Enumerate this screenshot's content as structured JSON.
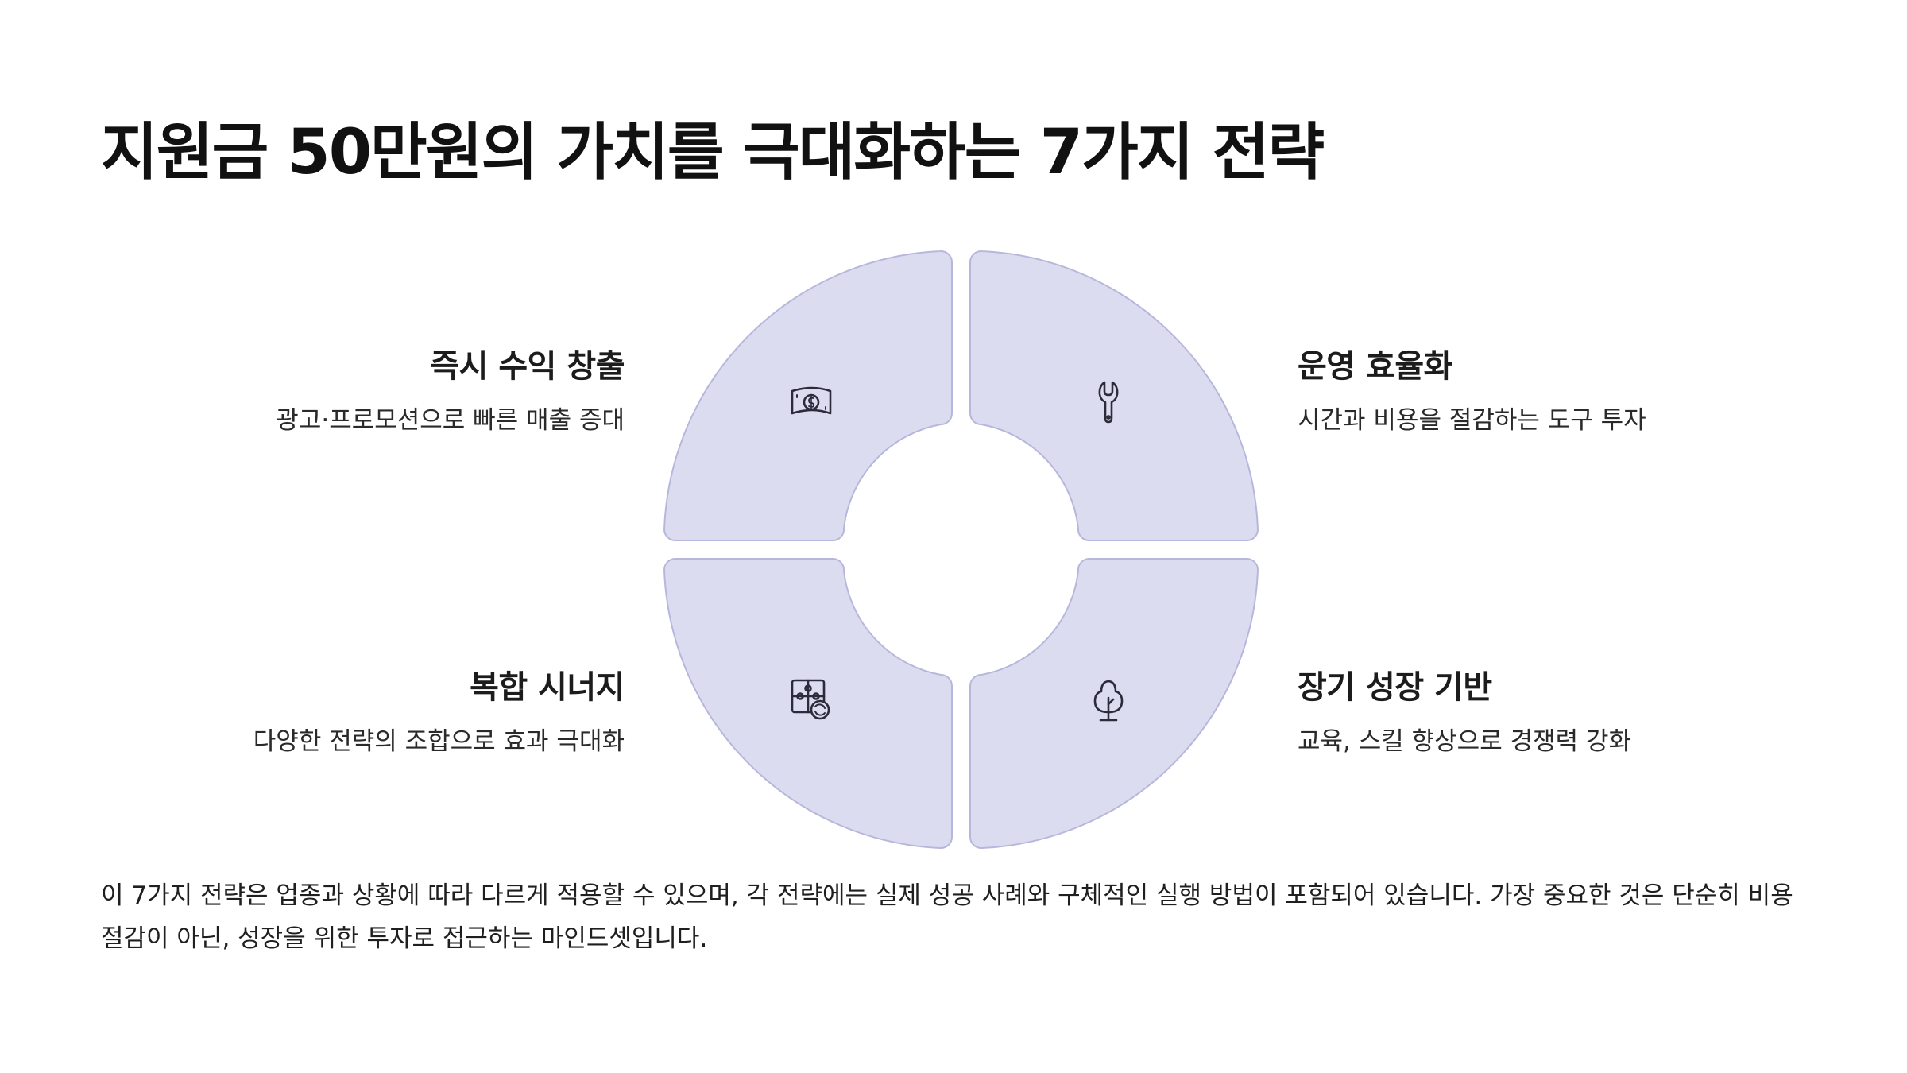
{
  "title": "지원금 50만원의 가치를 극대화하는 7가지 전략",
  "quadrants": {
    "top_left": {
      "title": "즉시 수익 창출",
      "description": "광고·프로모션으로 빠른 매출 증대",
      "icon": "money-bill-icon"
    },
    "top_right": {
      "title": "운영 효율화",
      "description": "시간과 비용을 절감하는 도구 투자",
      "icon": "wrench-icon"
    },
    "bottom_left": {
      "title": "복합 시너지",
      "description": "다양한 전략의 조합으로 효과 극대화",
      "icon": "puzzle-refresh-icon"
    },
    "bottom_right": {
      "title": "장기 성장 기반",
      "description": "교육, 스킬 향상으로 경쟁력 강화",
      "icon": "tree-icon"
    }
  },
  "summary": "이 7가지 전략은 업종과 상황에 따라 다르게 적용할 수 있으며, 각 전략에는 실제 성공 사례와 구체적인 실행 방법이 포함되어 있습니다. 가장 중요한 것은 단순히 비용 절감이 아닌, 성장을 위한 투자로 접근하는 마인드셋입니다.",
  "colors": {
    "quadrant_fill": "#dcdcf1",
    "quadrant_stroke": "#b7b7dc",
    "text": "#1a1a1a"
  }
}
